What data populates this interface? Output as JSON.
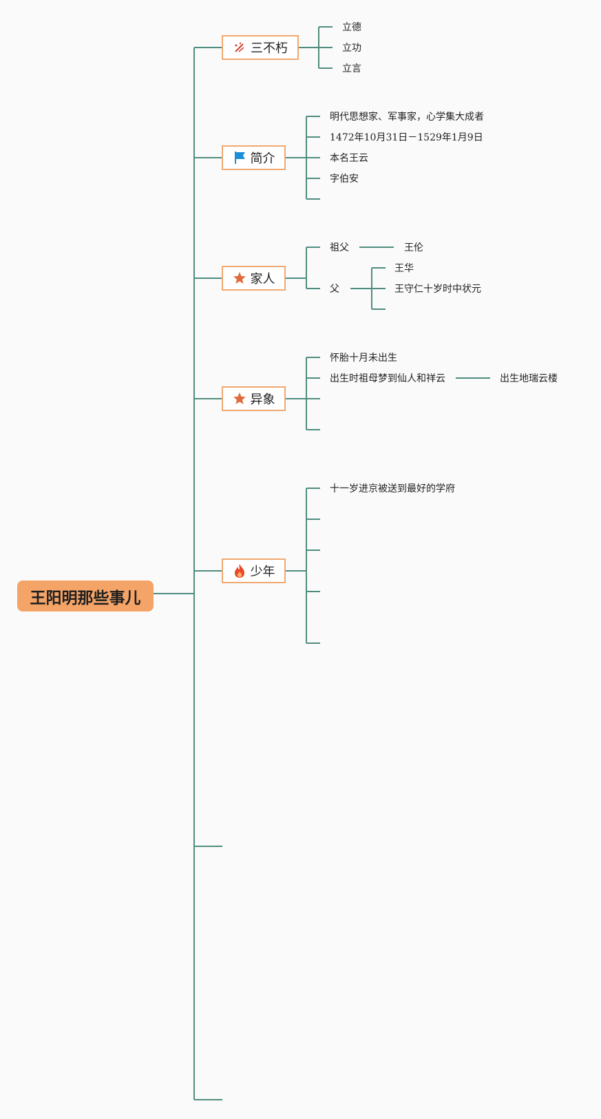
{
  "root": {
    "label": "王阳明那些事儿"
  },
  "colors": {
    "connector": "#4e8c7e",
    "root_fill": "#f5a468",
    "branch_border": "#f0a870"
  },
  "branches": [
    {
      "label": "三不朽",
      "icon": "sparkle-icon",
      "children": [
        "立德",
        "立功",
        "立言"
      ]
    },
    {
      "label": "简介",
      "icon": "flag-icon",
      "children": [
        "明代思想家、军事家，心学集大成者",
        "1472年10月31日－1529年1月9日",
        "本名王云",
        "字伯安"
      ]
    },
    {
      "label": "家人",
      "icon": "star-icon",
      "children": [
        {
          "label": "祖父",
          "children": [
            "王伦"
          ]
        },
        {
          "label": "父",
          "children": [
            "王华",
            "王守仁十岁时中状元"
          ]
        }
      ]
    },
    {
      "label": "异象",
      "icon": "star-icon",
      "children": [
        {
          "label": "怀胎十月未出生"
        },
        {
          "label": "出生时祖母梦到仙人和祥云",
          "children": [
            "出生地瑞云楼"
          ]
        }
      ]
    },
    {
      "label": "少年",
      "icon": "fire-icon",
      "children": [
        "十一岁进京被送到最好的学府"
      ]
    }
  ]
}
